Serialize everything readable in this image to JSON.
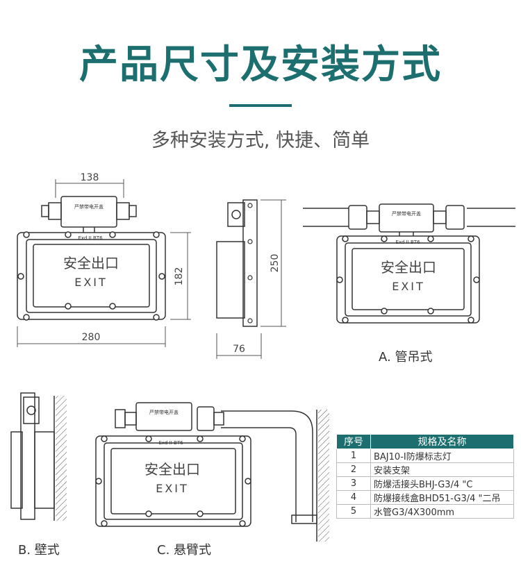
{
  "header": {
    "title": "产品尺寸及安装方式",
    "subtitle": "多种安装方式, 快捷、简单"
  },
  "colors": {
    "accent": "#1d6f6f",
    "line": "#333333"
  },
  "lamp": {
    "sign_text": "安全出口",
    "exit_text": "EXIT",
    "box_label": "严禁带电开盖",
    "plate_label": "Exd II BT6"
  },
  "dimensions": {
    "width": "280",
    "height": "182",
    "box_width": "138",
    "side_height": "250",
    "side_depth": "76"
  },
  "captions": {
    "a": "A. 管吊式",
    "b": "B. 壁式",
    "c": "C. 悬臂式"
  },
  "spec_table": {
    "headers": [
      "序号",
      "规格及名称"
    ],
    "rows": [
      [
        "1",
        "BAJ10-I防爆标志灯"
      ],
      [
        "2",
        "安装支架"
      ],
      [
        "3",
        "防爆活接头BHJ-G3/4 \"C"
      ],
      [
        "4",
        "防爆接线盒BHD51-G3/4 \"二吊"
      ],
      [
        "5",
        "水管G3/4X300mm"
      ]
    ]
  }
}
